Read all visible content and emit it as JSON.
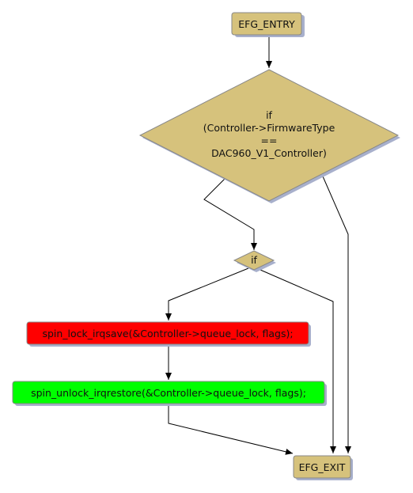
{
  "nodes": {
    "entry": {
      "label": "EFG_ENTRY",
      "color": "#d6c27c"
    },
    "cond_firmware": {
      "lines": [
        "if",
        "(Controller->FirmwareType",
        "==",
        "DAC960_V1_Controller)"
      ],
      "color": "#d6c27c"
    },
    "cond_if": {
      "label": "if",
      "color": "#d6c27c"
    },
    "lock": {
      "label": "spin_lock_irqsave(&Controller->queue_lock, flags);",
      "color": "#ff0000"
    },
    "unlock": {
      "label": "spin_unlock_irqrestore(&Controller->queue_lock, flags);",
      "color": "#00ff00"
    },
    "exit": {
      "label": "EFG_EXIT",
      "color": "#d6c27c"
    }
  },
  "colors": {
    "shadow": "#a8b0cc",
    "edge": "#000000",
    "node_border": "#888888"
  }
}
